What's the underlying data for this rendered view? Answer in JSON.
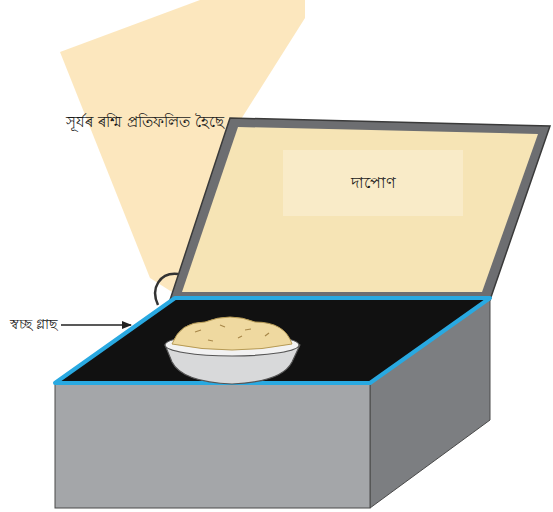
{
  "diagram": {
    "nodes": [
      {
        "text": [
          "সূৰ্যৰ ৰশ্মি প্ৰতিফলিত হৈছে"
        ]
      },
      {
        "text": [
          "দাপোণ"
        ]
      }
    ],
    "labels": [
      "স্বচ্ছ গ্লাছ"
    ]
  }
}
